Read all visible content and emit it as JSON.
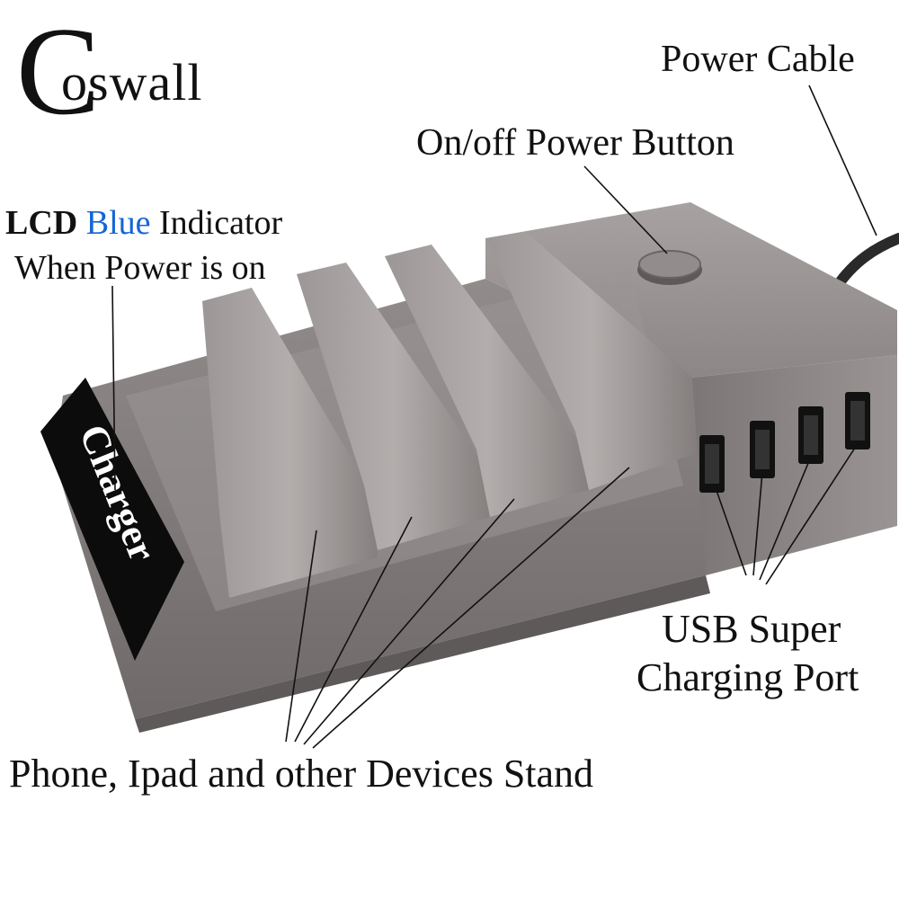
{
  "brand": {
    "logo_initial": "C",
    "logo_rest": "oswall"
  },
  "device": {
    "lcd_text": "Charger",
    "usb_port_count": 4,
    "slot_count": 4
  },
  "callouts": {
    "power_cable": "Power Cable",
    "power_button": "On/off Power Button",
    "lcd_word": "LCD",
    "lcd_color": "Blue",
    "lcd_rest": "Indicator",
    "lcd_line2": "When Power is on",
    "usb_line1": "USB Super",
    "usb_line2": "Charging Port",
    "stand": "Phone, Ipad and other Devices Stand"
  },
  "colors": {
    "body": "#8a8585",
    "highlight": "#a9a4a3",
    "shadow": "#6c6767",
    "lcd_panel": "#0c0c0c",
    "indicator_blue": "#1565d8"
  }
}
